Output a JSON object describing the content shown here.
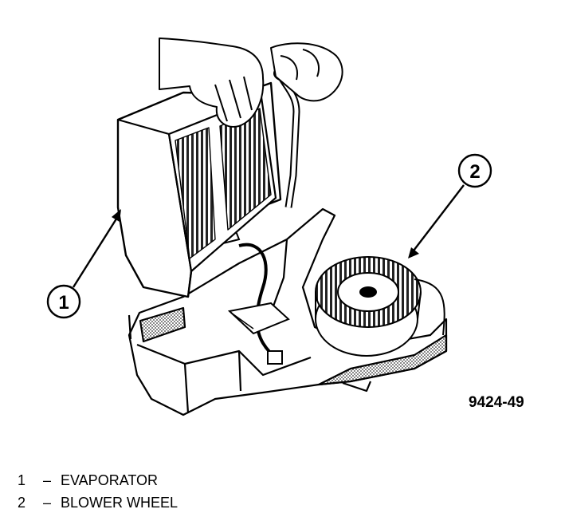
{
  "figure_id": "9424-49",
  "callouts": [
    {
      "number": "1"
    },
    {
      "number": "2"
    }
  ],
  "legend": [
    {
      "number": "1",
      "dash": "–",
      "label": "EVAPORATOR"
    },
    {
      "number": "2",
      "dash": "–",
      "label": "BLOWER WHEEL"
    }
  ],
  "colors": {
    "ink": "#000000",
    "paper": "#ffffff",
    "shade": "#555555"
  }
}
